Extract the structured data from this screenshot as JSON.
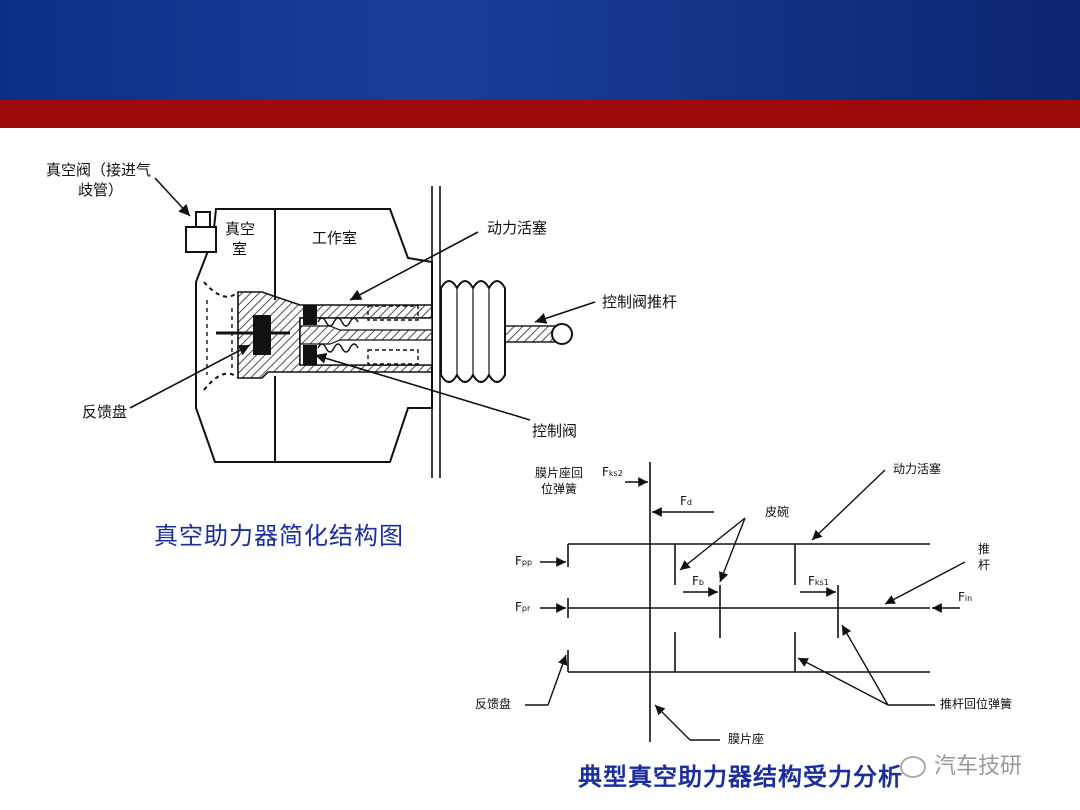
{
  "slide": {
    "colors": {
      "header_blue": "#1a3d9a",
      "header_red": "#9c0a0a",
      "title_blue": "#1a2ea0"
    }
  },
  "structure_diagram": {
    "title": "真空助力器简化结构图",
    "labels": {
      "vacuum_valve_line1": "真空阀（接进气",
      "vacuum_valve_line2": "歧管）",
      "vacuum_chamber_line1": "真空",
      "vacuum_chamber_line2": "室",
      "working_chamber": "工作室",
      "power_piston": "动力活塞",
      "control_valve_pushrod": "控制阀推杆",
      "feedback_disc": "反馈盘",
      "control_valve": "控制阀"
    }
  },
  "force_diagram": {
    "title": "典型真空助力器结构受力分析",
    "labels": {
      "diaphragm_seat_spring_line1": "膜片座回",
      "diaphragm_seat_spring_line2": "位弹簧",
      "power_piston": "动力活塞",
      "leather_bowl": "皮碗",
      "pushrod_line1": "推",
      "pushrod_line2": "杆",
      "feedback_disc": "反馈盘",
      "diaphragm_seat": "膜片座",
      "pushrod_return_spring": "推杆回位弹簧"
    },
    "forces": {
      "fks2": {
        "base": "F",
        "sub": "ks2"
      },
      "fd": {
        "base": "F",
        "sub": "d"
      },
      "fpp": {
        "base": "F",
        "sub": "pp"
      },
      "fb": {
        "base": "F",
        "sub": "b"
      },
      "fks1": {
        "base": "F",
        "sub": "ks1"
      },
      "fpr": {
        "base": "F",
        "sub": "pr"
      },
      "fin": {
        "base": "F",
        "sub": "in"
      }
    }
  },
  "watermark": {
    "text": "汽车技研",
    "icon": "wechat-icon"
  }
}
